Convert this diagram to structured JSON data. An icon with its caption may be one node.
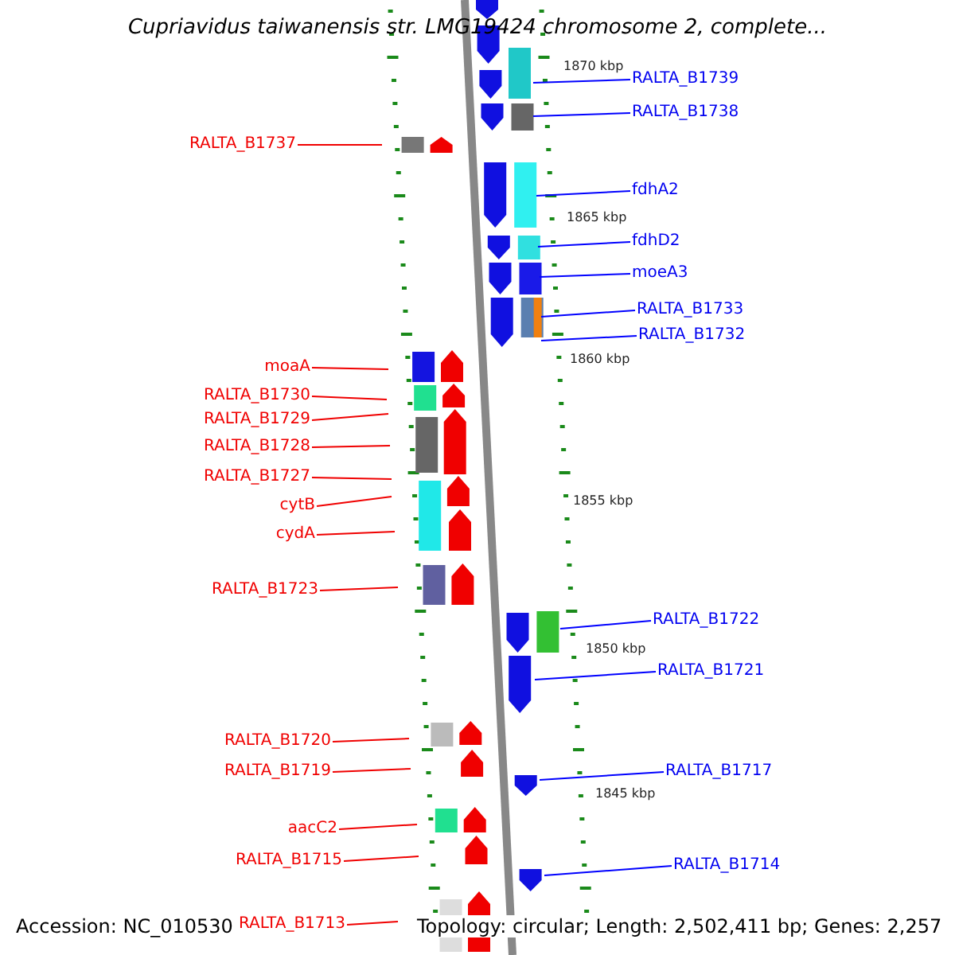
{
  "diagram": {
    "title": "Cupriavidus taiwanensis str. LMG19424 chromosome 2, complete...",
    "nodes": [
      {
        "text": [
          "RALTA_B1739"
        ]
      },
      {
        "text": [
          "RALTA_B1738"
        ]
      },
      {
        "text": [
          "RALTA_B1737"
        ]
      },
      {
        "text": [
          "fdhA2"
        ]
      },
      {
        "text": [
          "fdhD2"
        ]
      },
      {
        "text": [
          "moeA3"
        ]
      },
      {
        "text": [
          "RALTA_B1733"
        ]
      },
      {
        "text": [
          "RALTA_B1732"
        ]
      },
      {
        "text": [
          "moaA"
        ]
      },
      {
        "text": [
          "RALTA_B1730"
        ]
      },
      {
        "text": [
          "RALTA_B1729"
        ]
      },
      {
        "text": [
          "RALTA_B1728"
        ]
      },
      {
        "text": [
          "RALTA_B1727"
        ]
      },
      {
        "text": [
          "cytB"
        ]
      },
      {
        "text": [
          "cydA"
        ]
      },
      {
        "text": [
          "RALTA_B1723"
        ]
      },
      {
        "text": [
          "RALTA_B1722"
        ]
      },
      {
        "text": [
          "RALTA_B1721"
        ]
      },
      {
        "text": [
          "RALTA_B1720"
        ]
      },
      {
        "text": [
          "RALTA_B1719"
        ]
      },
      {
        "text": [
          "RALTA_B1717"
        ]
      },
      {
        "text": [
          "aacC2"
        ]
      },
      {
        "text": [
          "RALTA_B1715"
        ]
      },
      {
        "text": [
          "RALTA_B1714"
        ]
      },
      {
        "text": [
          "RALTA_B1713"
        ]
      }
    ],
    "edges": [
      {
        "from": 0,
        "to": null,
        "arrow": "none",
        "color": "#0000ff"
      },
      {
        "from": 1,
        "to": null,
        "arrow": "none",
        "color": "#0000ff"
      },
      {
        "from": 2,
        "to": null,
        "arrow": "none"
      },
      {
        "from": 3,
        "to": null,
        "arrow": "none",
        "color": "#0000ff"
      },
      {
        "from": 4,
        "to": null,
        "arrow": "none",
        "color": "#0000ff"
      },
      {
        "from": 5,
        "to": null,
        "arrow": "none",
        "color": "#0000ff"
      },
      {
        "from": 6,
        "to": null,
        "arrow": "none",
        "color": "#0000ff"
      },
      {
        "from": 7,
        "to": null,
        "arrow": "none",
        "color": "#0000ff"
      },
      {
        "from": 8,
        "to": null,
        "arrow": "none"
      },
      {
        "from": 9,
        "to": null,
        "arrow": "none"
      },
      {
        "from": 10,
        "to": null,
        "arrow": "none"
      },
      {
        "from": 11,
        "to": null,
        "arrow": "none"
      },
      {
        "from": 12,
        "to": null,
        "arrow": "none"
      },
      {
        "from": 13,
        "to": null,
        "arrow": "none"
      },
      {
        "from": 14,
        "to": null,
        "arrow": "none"
      },
      {
        "from": 15,
        "to": null,
        "arrow": "none"
      },
      {
        "from": 16,
        "to": null,
        "arrow": "none",
        "color": "#0000ff"
      },
      {
        "from": 17,
        "to": null,
        "arrow": "none",
        "color": "#0000ff"
      },
      {
        "from": 18,
        "to": null,
        "arrow": "none"
      },
      {
        "from": 19,
        "to": null,
        "arrow": "none"
      },
      {
        "from": 20,
        "to": null,
        "arrow": "none",
        "color": "#0000ff"
      },
      {
        "from": 21,
        "to": null,
        "arrow": "none"
      },
      {
        "from": 22,
        "to": null,
        "arrow": "none"
      },
      {
        "from": 23,
        "to": null,
        "arrow": "none",
        "color": "#0000ff"
      },
      {
        "from": 24,
        "to": null,
        "arrow": "none"
      }
    ],
    "labels": [
      "1870 kbp",
      "1865 kbp",
      "1860 kbp",
      "1855 kbp",
      "1850 kbp",
      "1845 kbp",
      "Accession: NC_010530",
      "Topology: circular; Length: 2,502,411 bp; Genes: 2,257"
    ]
  }
}
